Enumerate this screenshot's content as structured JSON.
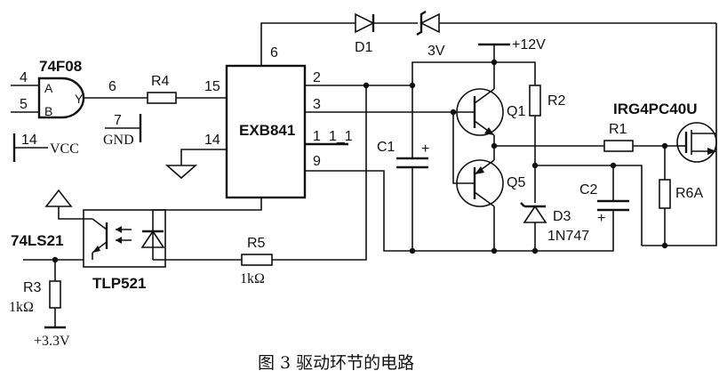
{
  "gate": {
    "name": "74F08",
    "pin_a": "4",
    "pin_b": "5",
    "label_a": "A",
    "label_b": "B",
    "label_y": "Y",
    "pin_y": "6",
    "pin_gnd": "7",
    "gnd": "GND",
    "pin_vcc": "14",
    "vcc": "VCC"
  },
  "r4": "R4",
  "exb": {
    "name": "EXB841",
    "pin15": "15",
    "pin14": "14",
    "pin6": "6",
    "pin2": "2",
    "pin3": "3",
    "pin1": "1",
    "pin1_label": "1_1",
    "pin9": "9"
  },
  "d1": "D1",
  "dz": "3V",
  "supply": "+12V",
  "q1": "Q1",
  "q5": "Q5",
  "r2": "R2",
  "c1": "C1",
  "c1_plus": "+",
  "c2": "C2",
  "c2_plus": "+",
  "d3": "D3",
  "d3_part": "1N747",
  "r1": "R1",
  "r6a": "R6A",
  "igbt": "IRG4PC40U",
  "opto": {
    "driver": "74LS21",
    "name": "TLP521"
  },
  "r5": {
    "name": "R5",
    "value": "1kΩ"
  },
  "r3": {
    "name": "R3",
    "value": "1kΩ"
  },
  "supply2": "+3.3V",
  "caption": "图 3   驱动环节的电路"
}
